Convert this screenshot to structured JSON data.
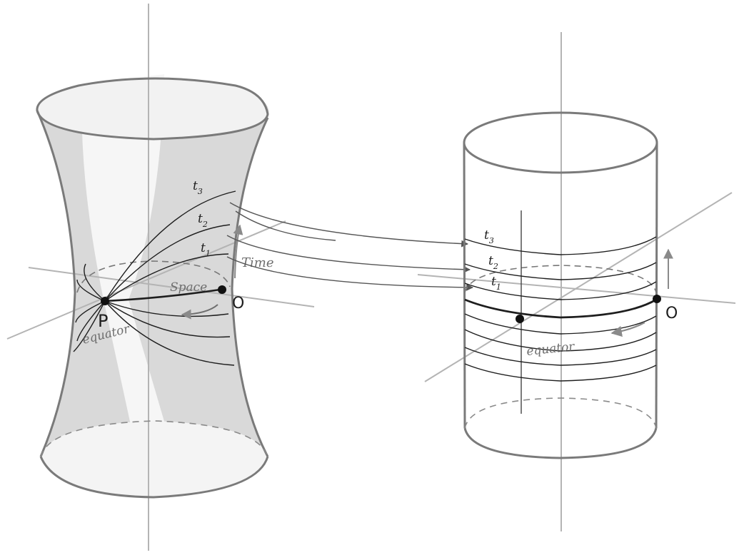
{
  "colors": {
    "background": "#ffffff",
    "axis": "#b4b4b4",
    "outline": "#7a7a7a",
    "shade": "#d7d7d7",
    "ink": "#1e1e1e",
    "label_gray": "#6e6e6e"
  },
  "hyperboloid": {
    "point_p": "P",
    "point_o": "O",
    "time_label": "Time",
    "space_label": "Space",
    "equator_label": "equator",
    "t3": "t",
    "t3_sub": "3",
    "t2": "t",
    "t2_sub": "2",
    "t1": "t",
    "t1_sub": "1"
  },
  "cylinder": {
    "point_o": "O",
    "equator_label": "equator",
    "t3": "t",
    "t3_sub": "3",
    "t2": "t",
    "t2_sub": "2",
    "t1": "t",
    "t1_sub": "1"
  }
}
